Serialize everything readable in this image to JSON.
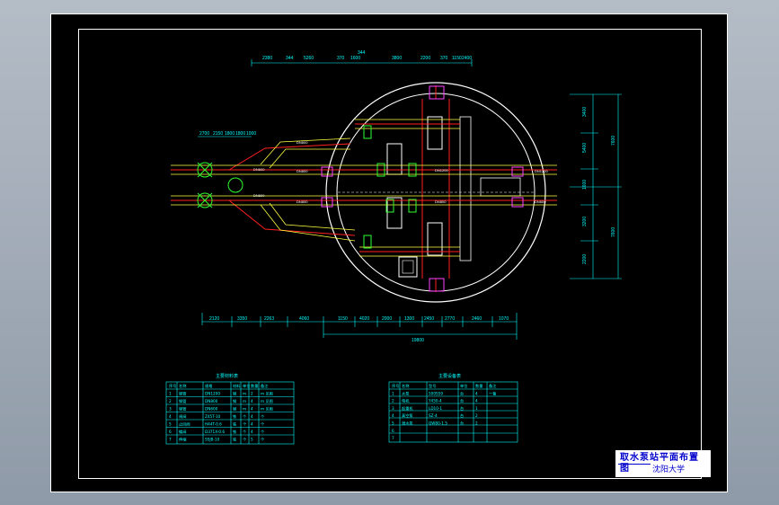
{
  "drawing": {
    "title_block": {
      "name": "取水泵站平面布置图",
      "school": "沈阳大学"
    },
    "left_table": {
      "title": "主要材料表",
      "headers": [
        "序号",
        "名称",
        "规格",
        "材料",
        "单位",
        "数量",
        "备注"
      ],
      "rows": [
        [
          "1",
          "钢管",
          "DN1200",
          "钢",
          "m",
          "2",
          "m 见图"
        ],
        [
          "2",
          "钢管",
          "DN800",
          "钢",
          "m",
          "4",
          "m 见图"
        ],
        [
          "3",
          "钢管",
          "DN600",
          "钢",
          "m",
          "4",
          "m 见图"
        ],
        [
          "4",
          "闸阀",
          "Z45T-10",
          "铁",
          "个",
          "4",
          "个"
        ],
        [
          "5",
          "止回阀",
          "H44T-0.6",
          "铁",
          "个",
          "4",
          "个"
        ],
        [
          "6",
          "蝶阀",
          "D371X-0.6",
          "铁",
          "个",
          "4",
          "个"
        ],
        [
          "7",
          "伸缩",
          "SSJB-10",
          "铁",
          "个",
          "5",
          "个"
        ]
      ]
    },
    "right_table": {
      "title": "主要设备表",
      "headers": [
        "序号",
        "名称",
        "型号",
        "单位",
        "数量",
        "备注"
      ],
      "rows": [
        [
          "1",
          "水泵",
          "500S59",
          "台",
          "4",
          "一备"
        ],
        [
          "2",
          "电机",
          "Y450-4",
          "台",
          "4",
          ""
        ],
        [
          "3",
          "起重机",
          "LD10-1",
          "台",
          "1",
          ""
        ],
        [
          "4",
          "真空泵",
          "SZ-4",
          "台",
          "2",
          ""
        ],
        [
          "5",
          "潜水泵",
          "QW80-1.5",
          "台",
          "2",
          ""
        ],
        [
          "6",
          "",
          "",
          "",
          "",
          ""
        ],
        [
          "7",
          "",
          "",
          "",
          "",
          ""
        ]
      ]
    },
    "top_dims": [
      "2380",
      "344",
      "5260",
      "370",
      "1600",
      "3800",
      "2200",
      "370",
      "1150",
      "2400"
    ],
    "top_dim_small": "344",
    "bottom_dims": [
      "2120",
      "3350",
      "2263",
      "4060",
      "1150",
      "4020",
      "2000",
      "1300",
      "2450",
      "2770",
      "2460",
      "1070"
    ],
    "bottom_total": "19800",
    "right_dims": [
      "3400",
      "5400",
      "1600",
      "3200",
      "2200"
    ],
    "right_totals": [
      "7600",
      "7600"
    ],
    "left_small_dims": [
      "2700",
      "2150",
      "1800",
      "1800",
      "1000"
    ],
    "pipe_labels": [
      "DN800",
      "DN800",
      "DN600",
      "DN800",
      "DN600",
      "DN1200",
      "DN1200",
      "DN600",
      "DN800"
    ]
  }
}
